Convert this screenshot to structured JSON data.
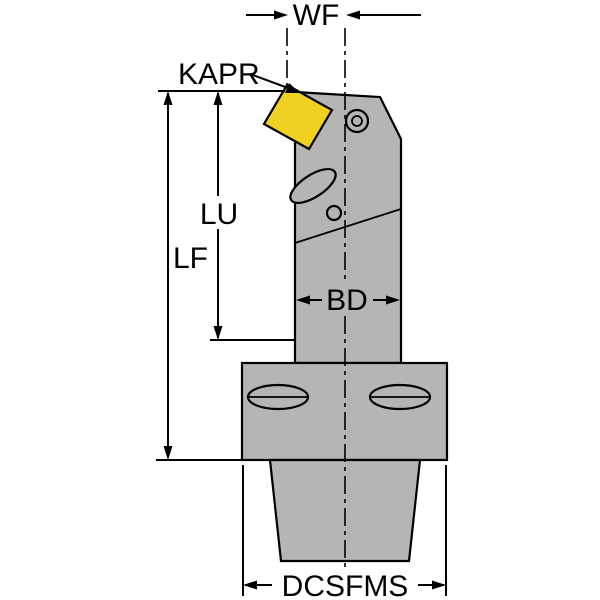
{
  "diagram": {
    "labels": {
      "wf": "WF",
      "kapr": "KAPR",
      "lf": "LF",
      "lu": "LU",
      "bd": "BD",
      "dcsfms": "DCSFMS"
    },
    "colors": {
      "body": "#b5b5b5",
      "insert": "#f0d021",
      "line": "#000000",
      "background": "#ffffff"
    }
  }
}
